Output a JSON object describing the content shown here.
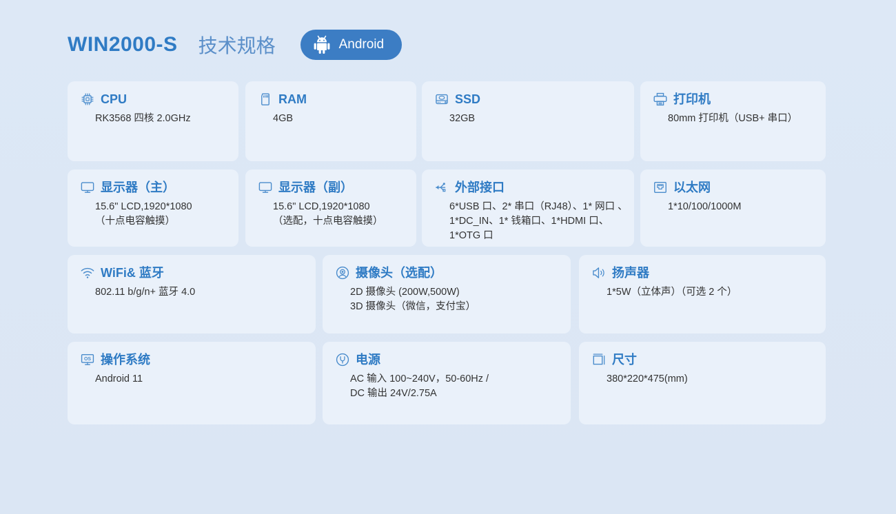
{
  "header": {
    "model": "WIN2000-S",
    "title": "技术规格",
    "os_badge": {
      "label": "Android",
      "icon": "android-robot-icon",
      "bg_color": "#3c7dc4",
      "text_color": "#ffffff"
    }
  },
  "theme": {
    "page_bg": "#dce7f5",
    "card_bg": "#eaf1fa",
    "title_color": "#2f7bc4",
    "subtitle_color": "#5b8fc9",
    "body_text_color": "#333333",
    "icon_color": "#4a8ccc"
  },
  "cards": [
    {
      "id": "cpu",
      "icon": "cpu-chip-icon",
      "title": "CPU",
      "lines": [
        "RK3568 四核  2.0GHz"
      ]
    },
    {
      "id": "ram",
      "icon": "memory-card-icon",
      "title": "RAM",
      "lines": [
        "4GB"
      ]
    },
    {
      "id": "ssd",
      "icon": "hard-drive-icon",
      "title": "SSD",
      "lines": [
        "32GB"
      ]
    },
    {
      "id": "printer",
      "icon": "printer-icon",
      "title": "打印机",
      "lines": [
        "80mm 打印机（USB+ 串口）"
      ]
    },
    {
      "id": "display-main",
      "icon": "monitor-icon",
      "title": "显示器（主）",
      "lines": [
        "15.6\" LCD,1920*1080",
        "（十点电容触摸）"
      ]
    },
    {
      "id": "display-secondary",
      "icon": "monitor-icon",
      "title": "显示器（副）",
      "lines": [
        "15.6\" LCD,1920*1080",
        "（选配，十点电容触摸）"
      ]
    },
    {
      "id": "external-ports",
      "icon": "usb-icon",
      "title": "外部接口",
      "lines": [
        "6*USB 口、2* 串口（RJ48）、1* 网口 、",
        "1*DC_IN、1* 钱箱口、1*HDMI 口、",
        "1*OTG 口"
      ]
    },
    {
      "id": "ethernet",
      "icon": "ethernet-port-icon",
      "title": "以太网",
      "lines": [
        "1*10/100/1000M"
      ]
    },
    {
      "id": "wifi-bluetooth",
      "icon": "wifi-icon",
      "title": "WiFi& 蓝牙",
      "lines": [
        "802.11 b/g/n+ 蓝牙 4.0"
      ]
    },
    {
      "id": "camera",
      "icon": "camera-icon",
      "title": "摄像头（选配）",
      "lines": [
        "2D 摄像头 (200W,500W)",
        "3D 摄像头（微信，支付宝）"
      ]
    },
    {
      "id": "speaker",
      "icon": "speaker-icon",
      "title": "扬声器",
      "lines": [
        "1*5W（立体声）（可选 2 个）"
      ]
    },
    {
      "id": "operating-system",
      "icon": "os-monitor-icon",
      "title": "操作系统",
      "lines": [
        "Android 11"
      ]
    },
    {
      "id": "power",
      "icon": "power-plug-icon",
      "title": "电源",
      "lines": [
        "AC 输入 100~240V，50-60Hz /",
        "DC 输出 24V/2.75A"
      ]
    },
    {
      "id": "dimensions",
      "icon": "dimensions-icon",
      "title": "尺寸",
      "lines": [
        "380*220*475(mm)"
      ]
    }
  ]
}
